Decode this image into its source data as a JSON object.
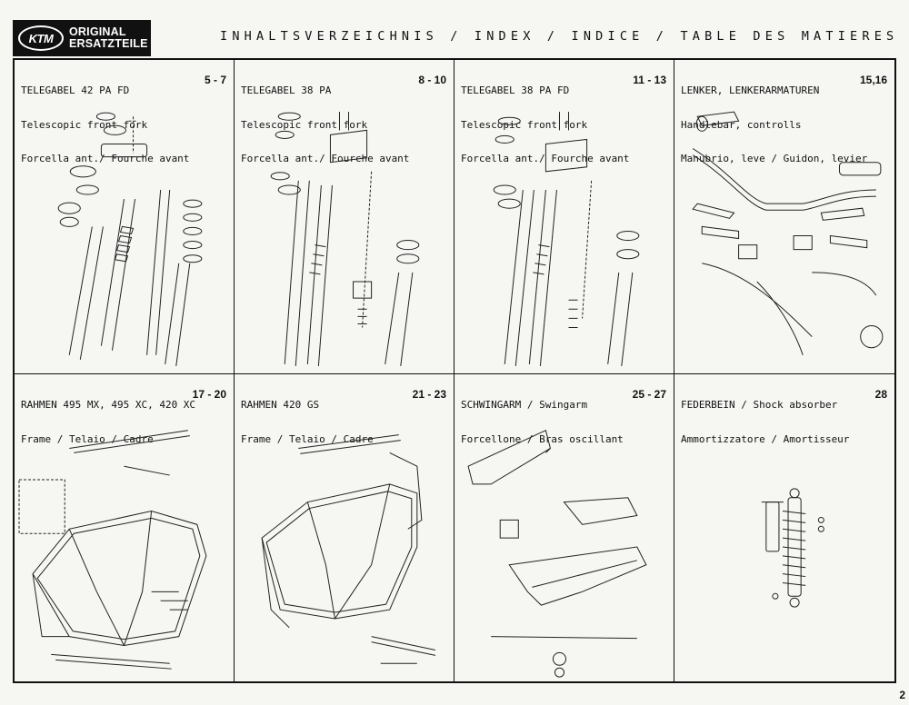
{
  "header": {
    "logo_mark": "KTM",
    "logo_line1": "ORIGINAL",
    "logo_line2": "ERSATZTEILE",
    "title": "INHALTSVERZEICHNIS / INDEX / INDICE / TABLE DES MATIERES"
  },
  "panels": [
    {
      "line1": "TELEGABEL 42 PA FD",
      "line2": "Telescopic front fork",
      "line3": "Forcella ant./ Fourche avant",
      "pages": "5 - 7"
    },
    {
      "line1": "TELEGABEL 38 PA",
      "line2": "Telescopic front fork",
      "line3": "Forcella ant./ Fourche avant",
      "pages": "8 - 10"
    },
    {
      "line1": "TELEGABEL 38 PA FD",
      "line2": "Telescopic front fork",
      "line3": "Forcella ant./ Fourche avant",
      "pages": "11 - 13"
    },
    {
      "line1": "LENKER, LENKERARMATUREN",
      "line2": "Handlebar, controlls",
      "line3": "Manubrio, leve / Guidon, levier",
      "pages": "15,16"
    },
    {
      "line1": "RAHMEN 495 MX, 495 XC, 420 XC",
      "line2": "Frame / Telaio / Cadre",
      "line3": "",
      "pages": "17 - 20"
    },
    {
      "line1": "RAHMEN 420 GS",
      "line2": "Frame / Telaio / Cadre",
      "line3": "",
      "pages": "21 - 23"
    },
    {
      "line1": "SCHWINGARM / Swingarm",
      "line2": "Forcellone / Bras oscillant",
      "line3": "",
      "pages": "25 - 27"
    },
    {
      "line1": "FEDERBEIN / Shock absorber",
      "line2": "Ammortizzatore / Amortisseur",
      "line3": "",
      "pages": "28"
    }
  ],
  "footer": {
    "page_number": "2"
  }
}
